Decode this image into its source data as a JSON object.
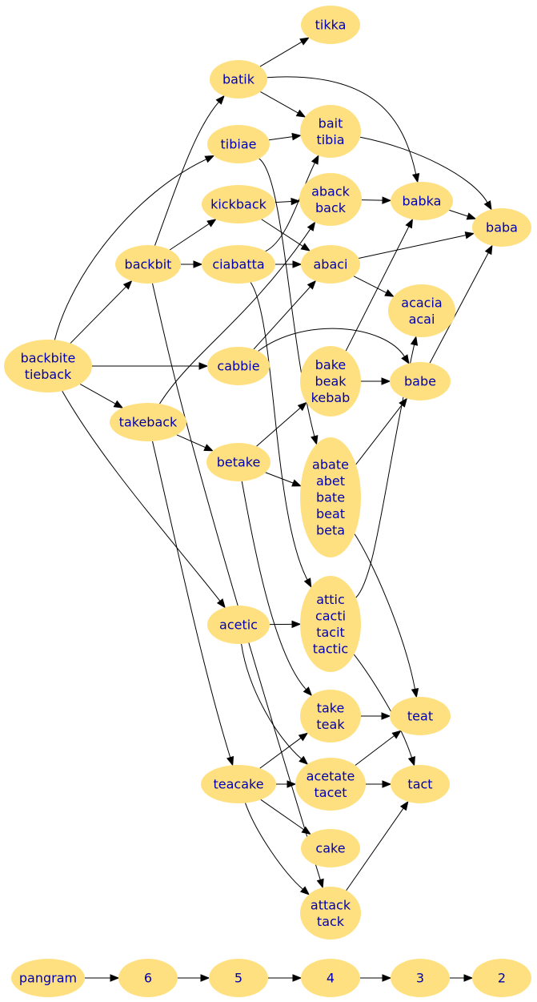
{
  "nodes": [
    {
      "id": "tikka",
      "lines": [
        "tikka"
      ]
    },
    {
      "id": "batik",
      "lines": [
        "batik"
      ]
    },
    {
      "id": "tibiae",
      "lines": [
        "tibiae"
      ]
    },
    {
      "id": "bait",
      "lines": [
        "bait",
        "tibia"
      ]
    },
    {
      "id": "kickback",
      "lines": [
        "kickback"
      ]
    },
    {
      "id": "aback",
      "lines": [
        "aback",
        "back"
      ]
    },
    {
      "id": "babka",
      "lines": [
        "babka"
      ]
    },
    {
      "id": "baba",
      "lines": [
        "baba"
      ]
    },
    {
      "id": "backbit",
      "lines": [
        "backbit"
      ]
    },
    {
      "id": "ciabatta",
      "lines": [
        "ciabatta"
      ]
    },
    {
      "id": "abaci",
      "lines": [
        "abaci"
      ]
    },
    {
      "id": "acacia",
      "lines": [
        "acacia",
        "acai"
      ]
    },
    {
      "id": "backbite",
      "lines": [
        "backbite",
        "tieback"
      ]
    },
    {
      "id": "cabbie",
      "lines": [
        "cabbie"
      ]
    },
    {
      "id": "bake",
      "lines": [
        "bake",
        "beak",
        "kebab"
      ]
    },
    {
      "id": "babe",
      "lines": [
        "babe"
      ]
    },
    {
      "id": "takeback",
      "lines": [
        "takeback"
      ]
    },
    {
      "id": "betake",
      "lines": [
        "betake"
      ]
    },
    {
      "id": "abate",
      "lines": [
        "abate",
        "abet",
        "bate",
        "beat",
        "beta"
      ]
    },
    {
      "id": "acetic",
      "lines": [
        "acetic"
      ]
    },
    {
      "id": "attic",
      "lines": [
        "attic",
        "cacti",
        "tacit",
        "tactic"
      ]
    },
    {
      "id": "take",
      "lines": [
        "take",
        "teak"
      ]
    },
    {
      "id": "teat",
      "lines": [
        "teat"
      ]
    },
    {
      "id": "teacake",
      "lines": [
        "teacake"
      ]
    },
    {
      "id": "acetate",
      "lines": [
        "acetate",
        "tacet"
      ]
    },
    {
      "id": "tact",
      "lines": [
        "tact"
      ]
    },
    {
      "id": "cake",
      "lines": [
        "cake"
      ]
    },
    {
      "id": "attack",
      "lines": [
        "attack",
        "tack"
      ]
    },
    {
      "id": "pangram",
      "lines": [
        "pangram"
      ]
    },
    {
      "id": "n6",
      "lines": [
        "6"
      ]
    },
    {
      "id": "n5",
      "lines": [
        "5"
      ]
    },
    {
      "id": "n4",
      "lines": [
        "4"
      ]
    },
    {
      "id": "n3",
      "lines": [
        "3"
      ]
    },
    {
      "id": "n2",
      "lines": [
        "2"
      ]
    }
  ],
  "edges": [
    [
      "batik",
      "tikka"
    ],
    [
      "batik",
      "bait"
    ],
    [
      "batik",
      "babka"
    ],
    [
      "tibiae",
      "bait"
    ],
    [
      "tibiae",
      "abate"
    ],
    [
      "bait",
      "baba"
    ],
    [
      "kickback",
      "aback"
    ],
    [
      "kickback",
      "abaci"
    ],
    [
      "aback",
      "babka"
    ],
    [
      "babka",
      "baba"
    ],
    [
      "backbit",
      "batik"
    ],
    [
      "backbit",
      "kickback"
    ],
    [
      "backbit",
      "ciabatta"
    ],
    [
      "backbit",
      "attack"
    ],
    [
      "ciabatta",
      "bait"
    ],
    [
      "ciabatta",
      "abaci"
    ],
    [
      "ciabatta",
      "attic"
    ],
    [
      "abaci",
      "baba"
    ],
    [
      "abaci",
      "acacia"
    ],
    [
      "backbite",
      "tibiae"
    ],
    [
      "backbite",
      "backbit"
    ],
    [
      "backbite",
      "cabbie"
    ],
    [
      "backbite",
      "takeback"
    ],
    [
      "backbite",
      "acetic"
    ],
    [
      "cabbie",
      "abaci"
    ],
    [
      "cabbie",
      "babe"
    ],
    [
      "bake",
      "babka"
    ],
    [
      "bake",
      "babe"
    ],
    [
      "babe",
      "baba"
    ],
    [
      "takeback",
      "aback"
    ],
    [
      "takeback",
      "betake"
    ],
    [
      "takeback",
      "teacake"
    ],
    [
      "betake",
      "bake"
    ],
    [
      "betake",
      "abate"
    ],
    [
      "betake",
      "take"
    ],
    [
      "abate",
      "babe"
    ],
    [
      "abate",
      "teat"
    ],
    [
      "acetic",
      "attic"
    ],
    [
      "acetic",
      "acetate"
    ],
    [
      "attic",
      "acacia"
    ],
    [
      "attic",
      "tact"
    ],
    [
      "take",
      "teat"
    ],
    [
      "teacake",
      "take"
    ],
    [
      "teacake",
      "acetate"
    ],
    [
      "teacake",
      "cake"
    ],
    [
      "teacake",
      "attack"
    ],
    [
      "acetate",
      "teat"
    ],
    [
      "acetate",
      "tact"
    ],
    [
      "attack",
      "tact"
    ],
    [
      "pangram",
      "n6"
    ],
    [
      "n6",
      "n5"
    ],
    [
      "n5",
      "n4"
    ],
    [
      "n4",
      "n3"
    ],
    [
      "n3",
      "n2"
    ]
  ]
}
